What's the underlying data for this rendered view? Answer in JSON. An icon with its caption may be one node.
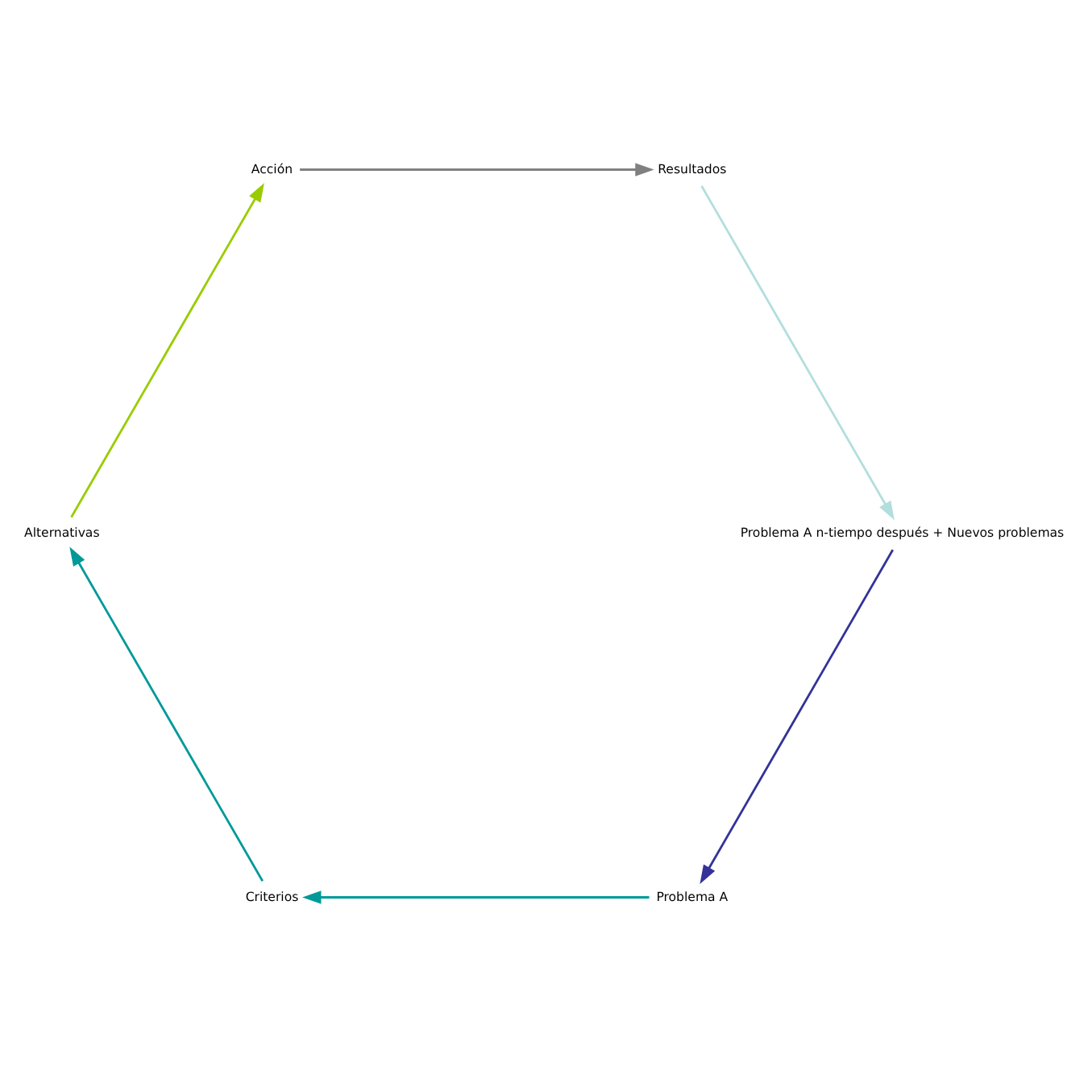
{
  "diagram": {
    "nodes": [
      {
        "text": [
          "Problema A"
        ]
      },
      {
        "text": [
          "Criterios"
        ]
      },
      {
        "text": [
          "Alternativas"
        ]
      },
      {
        "text": [
          "Acción"
        ]
      },
      {
        "text": [
          "Resultados"
        ]
      },
      {
        "text": [
          "Problema A n-tiempo después + Nuevos problemas"
        ]
      }
    ],
    "edges": [
      {
        "from": 0,
        "to": 1,
        "arrow": "to",
        "color": "#009999"
      },
      {
        "from": 1,
        "to": 2,
        "arrow": "to",
        "color": "#009999"
      },
      {
        "from": 2,
        "to": 3,
        "arrow": "to",
        "color": "#99cc00"
      },
      {
        "from": 3,
        "to": 4,
        "arrow": "to",
        "color": "#808080"
      },
      {
        "from": 4,
        "to": 5,
        "arrow": "to",
        "color": "#b3dede"
      },
      {
        "from": 5,
        "to": 0,
        "arrow": "to",
        "color": "#333399"
      }
    ]
  }
}
